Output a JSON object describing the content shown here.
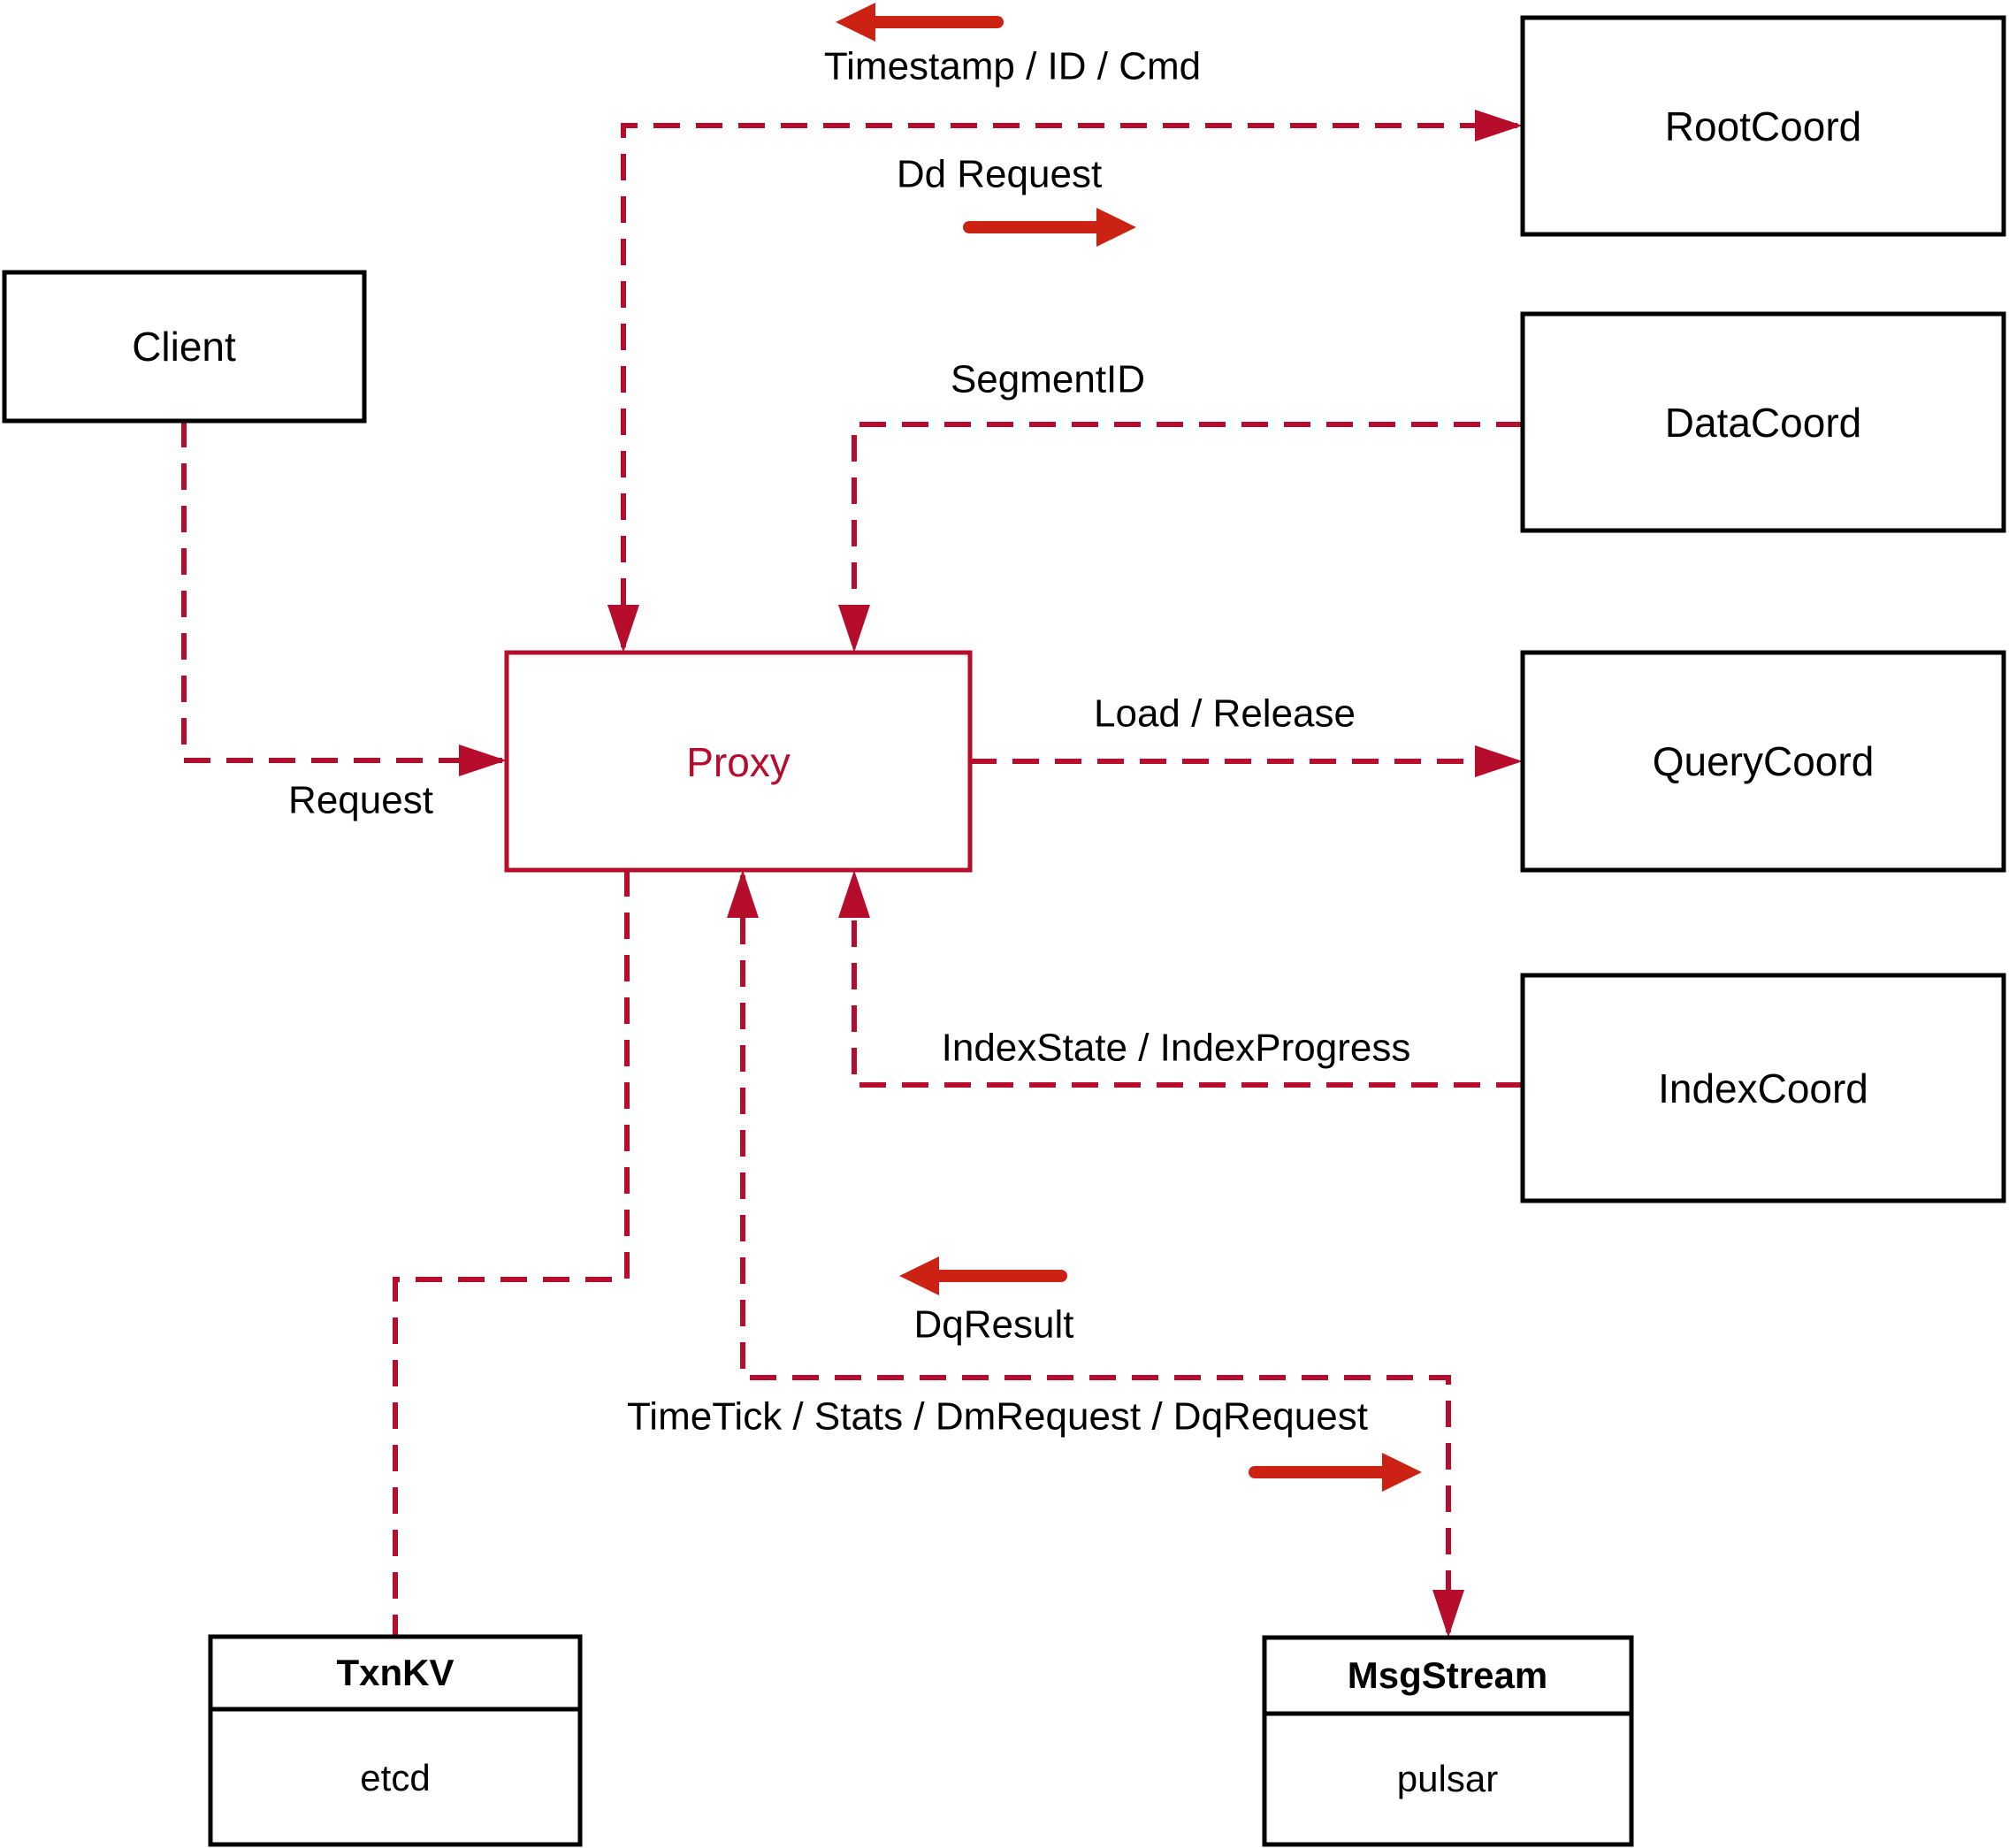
{
  "colors": {
    "background": "#ffffff",
    "box_border": "#000000",
    "dashed_line_crimson": "#b50d2b",
    "solid_arrow_red": "#cc2213",
    "proxy_accent": "#b50d2b"
  },
  "nodes": {
    "client": {
      "label": "Client"
    },
    "proxy": {
      "label": "Proxy"
    },
    "root_coord": {
      "label": "RootCoord"
    },
    "data_coord": {
      "label": "DataCoord"
    },
    "query_coord": {
      "label": "QueryCoord"
    },
    "index_coord": {
      "label": "IndexCoord"
    },
    "txn_kv": {
      "title": "TxnKV",
      "implementation": "etcd"
    },
    "msg_stream": {
      "title": "MsgStream",
      "implementation": "pulsar"
    }
  },
  "edge_labels": {
    "timestamp_id_cmd": "Timestamp / ID / Cmd",
    "dd_request": "Dd Request",
    "segment_id": "SegmentID",
    "load_release": "Load / Release",
    "index_state_progress": "IndexState / IndexProgress",
    "request": "Request",
    "dq_result": "DqResult",
    "timetick_stats": "TimeTick / Stats / DmRequest / DqRequest"
  }
}
